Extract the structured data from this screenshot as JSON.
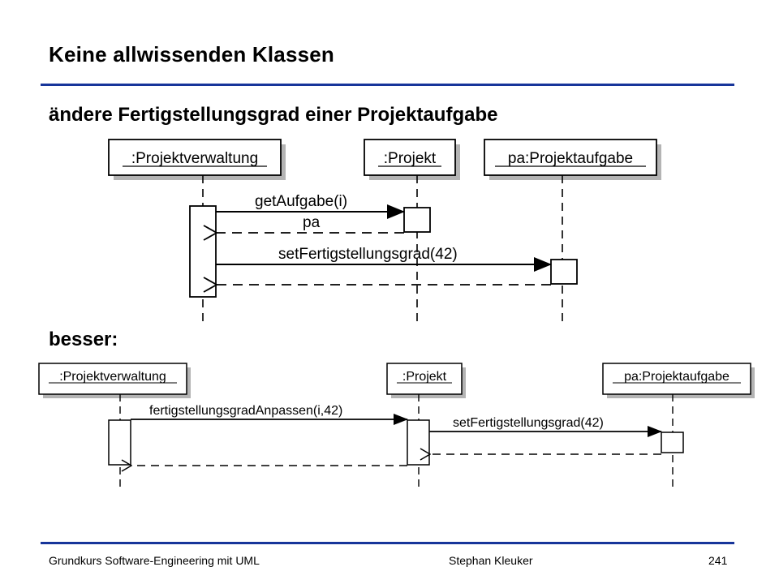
{
  "slide": {
    "title": "Keine allwissenden Klassen",
    "section1": "ändere Fertigstellungsgrad einer Projektaufgabe",
    "section2": "besser:"
  },
  "diagram1": {
    "objects": [
      ":Projektverwaltung",
      ":Projekt",
      "pa:Projektaufgabe"
    ],
    "messages": {
      "call1": "getAufgabe(i)",
      "return1": "pa",
      "call2": "setFertigstellungsgrad(42)"
    }
  },
  "diagram2": {
    "objects": [
      ":Projektverwaltung",
      ":Projekt",
      "pa:Projektaufgabe"
    ],
    "messages": {
      "call1": "fertigstellungsgradAnpassen(i,42)",
      "call2": "setFertigstellungsgrad(42)"
    }
  },
  "footer": {
    "course": "Grundkurs Software-Engineering mit UML",
    "author": "Stephan Kleuker",
    "page": "241"
  },
  "colors": {
    "rule": "#17359a",
    "shadow": "#b4b4b4"
  }
}
